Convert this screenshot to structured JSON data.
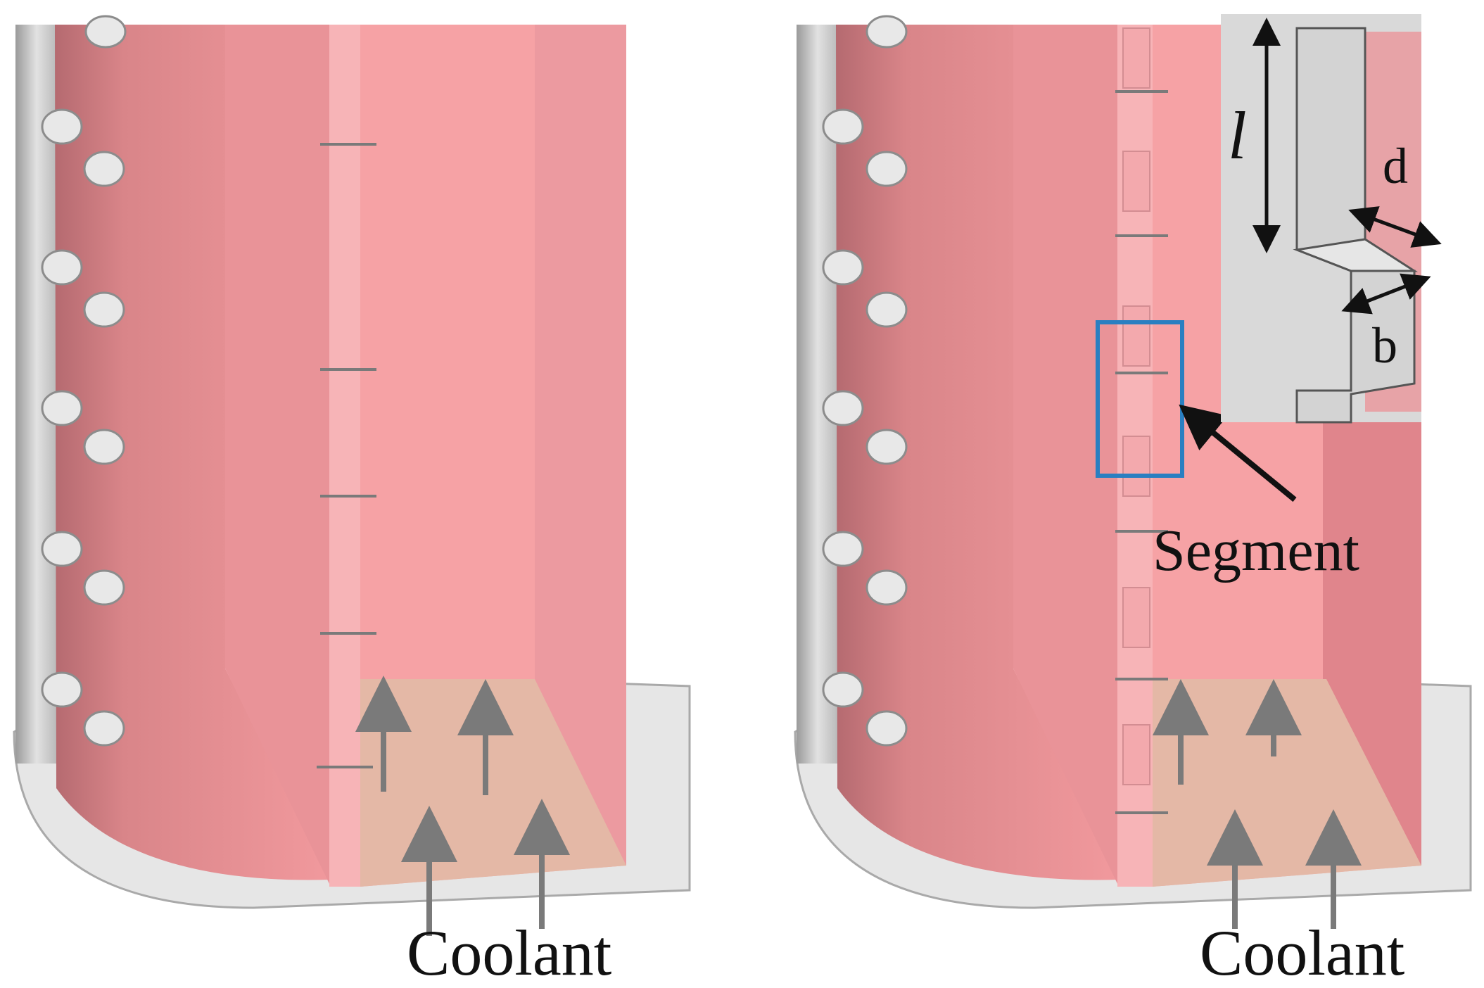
{
  "panels": {
    "left": {
      "coolant_label": "Coolant"
    },
    "right": {
      "coolant_label": "Coolant",
      "segment_label": "Segment"
    }
  },
  "inset": {
    "length_label": "l",
    "depth_label": "d",
    "width_label": "b"
  },
  "colors": {
    "wall_pink": "#f6a2a5",
    "wall_pink_dark": "#d98589",
    "coolant_inlet": "#e4b8a6",
    "metal_gray": "#c9c9c9",
    "highlight_box": "#2a7fc1",
    "arrow": "#7a7a7a"
  }
}
